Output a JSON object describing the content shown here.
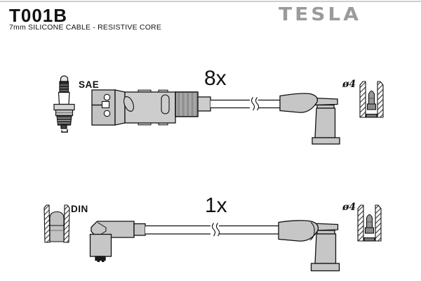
{
  "header": {
    "part_number": "T001B",
    "description": "7mm SILICONE CABLE - RESISTIVE CORE",
    "brand": "TESLA"
  },
  "top_cable_set": {
    "plug_terminal_standard": "SAE",
    "quantity": "8x",
    "terminal_diameter": "ø4"
  },
  "bottom_cable_set": {
    "plug_terminal_standard": "DIN",
    "quantity": "1x",
    "terminal_diameter": "ø4"
  },
  "colors": {
    "outline": "#111111",
    "part_fill": "#c8c8c8",
    "part_fill_light": "#d2d2d2",
    "ribbed_fill": "#aaaaaa",
    "rib_dark": "#8f8f8f",
    "terminal_fill": "#989898",
    "electrode_dark": "#1a1a1a",
    "brand_gray": "#9b9b9b",
    "top_border": "#cfcfcf",
    "background": "#ffffff",
    "text": "#111111"
  }
}
